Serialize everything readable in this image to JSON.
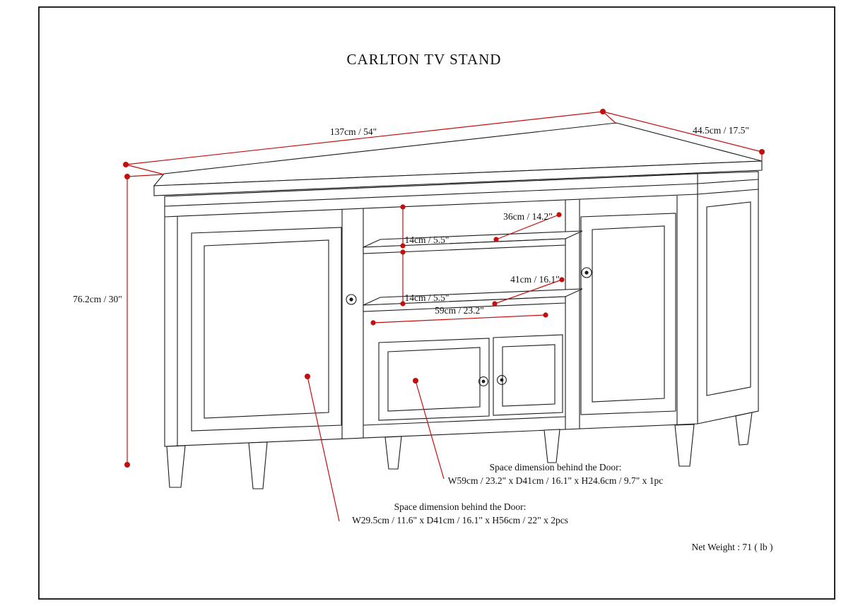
{
  "page": {
    "title": "CARLTON TV STAND",
    "net_weight": "Net Weight : 71 ( lb )"
  },
  "dimensions": {
    "overall_width": "137cm / 54\"",
    "overall_depth": "44.5cm / 17.5\"",
    "overall_height": "76.2cm / 30\"",
    "top_shelf_depth": "36cm / 14.2\"",
    "upper_shelf_clearance": "14cm / 5.5\"",
    "middle_shelf_depth": "41cm / 16.1\"",
    "lower_shelf_clearance": "14cm / 5.5\"",
    "center_opening_width": "59cm / 23.2\""
  },
  "notes": {
    "center_door_space": {
      "heading": "Space dimension behind the Door:",
      "detail": "W59cm / 23.2\" x D41cm / 16.1\" x H24.6cm / 9.7\" x 1pc"
    },
    "side_door_space": {
      "heading": "Space dimension behind the Door:",
      "detail": "W29.5cm / 11.6\" x D41cm / 16.1\" x H56cm / 22\" x 2pcs"
    }
  },
  "colors": {
    "dimension_red": "#c40f0f",
    "line_black": "#1b1b1b",
    "background": "#ffffff"
  }
}
